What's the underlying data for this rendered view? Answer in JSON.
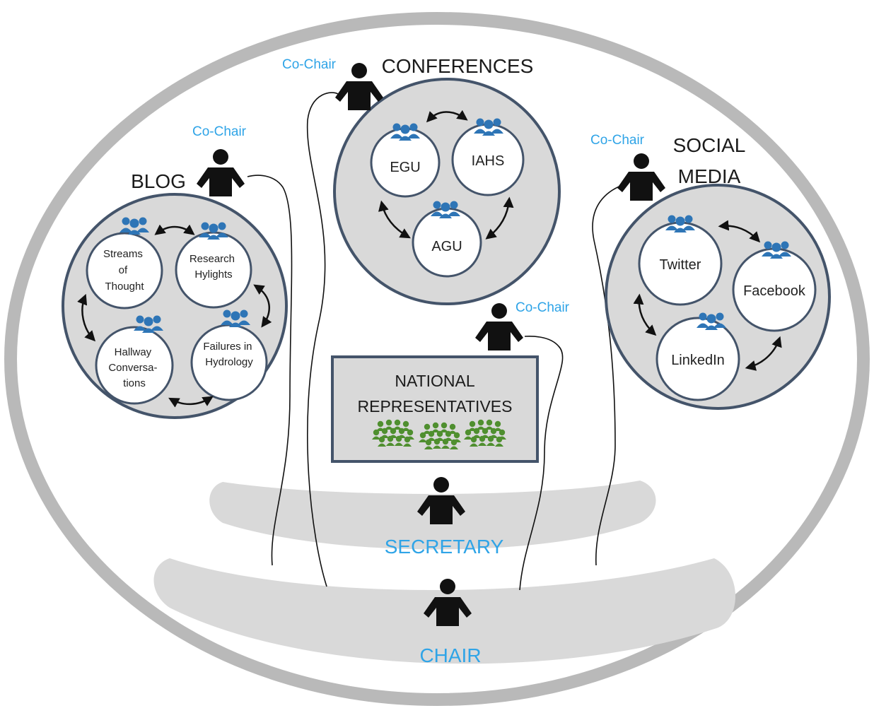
{
  "title": "",
  "colors": {
    "outer_ring": "#b9b9b9",
    "band": "#d9d9d9",
    "panel": "#d9d9d9",
    "panel_border": "#44546a",
    "role_text": "#2fa4e7",
    "group_icon": "#2e75b6",
    "national_icon": "#4f8f2f",
    "person": "#111111"
  },
  "roles": {
    "chair": "CHAIR",
    "secretary": "SECRETARY",
    "co_chair_conferences": "Co-Chair",
    "co_chair_blog": "Co-Chair",
    "co_chair_social": "Co-Chair",
    "co_chair_national": "Co-Chair"
  },
  "groups": {
    "conferences": {
      "title": "CONFERENCES",
      "members": [
        "EGU",
        "IAHS",
        "AGU"
      ]
    },
    "blog": {
      "title": "BLOG",
      "members": [
        [
          "Streams",
          "of",
          "Thought"
        ],
        [
          "Research",
          "Hylights"
        ],
        [
          "Hallway",
          "Conversa-",
          "tions"
        ],
        [
          "Failures in",
          "Hydrology"
        ]
      ]
    },
    "social_media": {
      "title_line1": "SOCIAL",
      "title_line2": "MEDIA",
      "members": [
        "Twitter",
        "Facebook",
        "LinkedIn"
      ]
    },
    "national": {
      "title_line1": "NATIONAL",
      "title_line2": "REPRESENTATIVES"
    }
  },
  "icons": {
    "person": "person-icon",
    "group": "group-icon",
    "arrow": "double-arrow"
  }
}
